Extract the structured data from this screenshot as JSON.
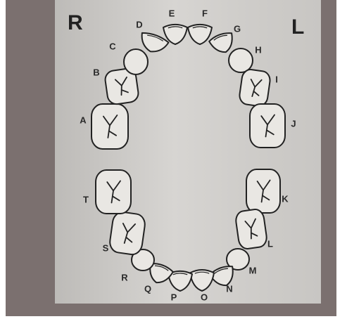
{
  "quadrants": {
    "right": "R",
    "left": "L"
  },
  "teeth": {
    "upper": [
      {
        "id": "A",
        "kind": "molar"
      },
      {
        "id": "B",
        "kind": "molar"
      },
      {
        "id": "C",
        "kind": "canine"
      },
      {
        "id": "D",
        "kind": "incisor"
      },
      {
        "id": "E",
        "kind": "incisor"
      },
      {
        "id": "F",
        "kind": "incisor"
      },
      {
        "id": "G",
        "kind": "incisor"
      },
      {
        "id": "H",
        "kind": "canine"
      },
      {
        "id": "I",
        "kind": "molar"
      },
      {
        "id": "J",
        "kind": "molar"
      }
    ],
    "lower": [
      {
        "id": "K",
        "kind": "molar"
      },
      {
        "id": "L",
        "kind": "molar"
      },
      {
        "id": "M",
        "kind": "canine"
      },
      {
        "id": "N",
        "kind": "incisor"
      },
      {
        "id": "O",
        "kind": "incisor"
      },
      {
        "id": "P",
        "kind": "incisor"
      },
      {
        "id": "Q",
        "kind": "incisor"
      },
      {
        "id": "R",
        "kind": "canine"
      },
      {
        "id": "S",
        "kind": "molar"
      },
      {
        "id": "T",
        "kind": "molar"
      }
    ]
  },
  "colors": {
    "tooth_fill": "#e9e7e3",
    "outline": "#222222",
    "background": "#7b706f",
    "card": "#d3d1ce"
  }
}
